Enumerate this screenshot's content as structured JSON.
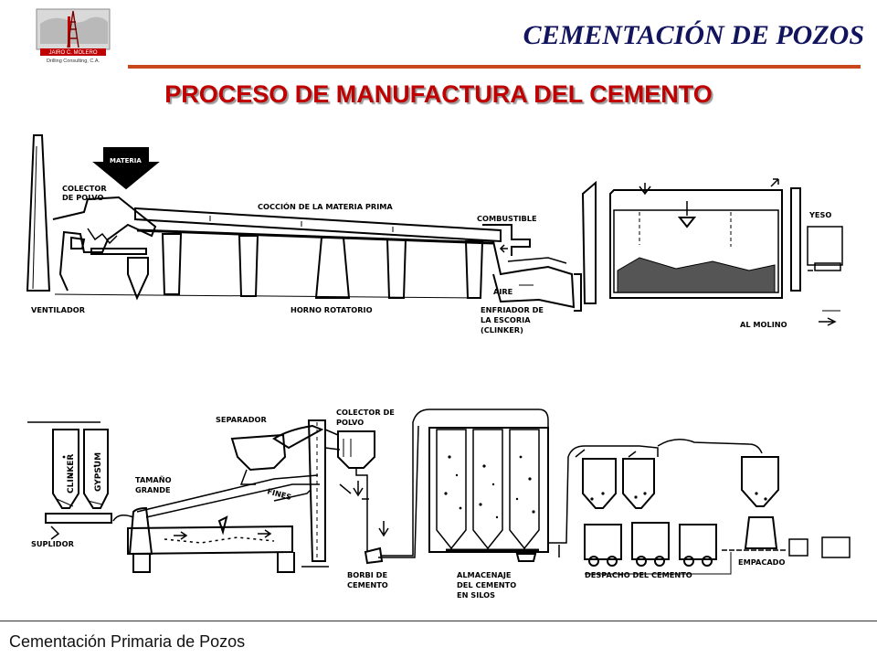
{
  "header": {
    "logo_line1": "JAIRO C. MOLERO",
    "logo_line2": "Drilling Consulting, C.A.",
    "title": "CEMENTACIÓN DE POZOS"
  },
  "main_title": "PROCESO DE MANUFACTURA DEL CEMENTO",
  "diagram": {
    "top": {
      "colector_polvo": [
        "COLECTOR",
        "DE POLVO"
      ],
      "coccion": "COCCIÓN DE LA MATERIA PRIMA",
      "combustible": "COMBUSTIBLE",
      "yeso": "YESO",
      "aire": "AIRE",
      "ventilador": "VENTILADOR",
      "horno": "HORNO ROTATORIO",
      "enfriador": [
        "ENFRIADOR DE",
        "LA ESCORIA",
        "(CLINKER)"
      ],
      "al_molino": "AL MOLINO"
    },
    "bottom": {
      "separador": "SEPARADOR",
      "colector_polvo": [
        "COLECTOR DE",
        "POLVO"
      ],
      "clinker": "CLINKER",
      "gypsum": "GYPSUM",
      "tamano": [
        "TAMAÑO",
        "GRANDE"
      ],
      "fines": "FINES",
      "suplidor": "SUPLIDOR",
      "bomba": [
        "BORBI DE",
        "CEMENTO"
      ],
      "almacenaje": [
        "ALMACENAJE",
        "DEL CEMENTO",
        "EN SILOS"
      ],
      "despacho": "DESPACHO DEL CEMENTO",
      "empacado": "EMPACADO"
    }
  },
  "footer": {
    "text": "Cementación Primaria de Pozos"
  }
}
